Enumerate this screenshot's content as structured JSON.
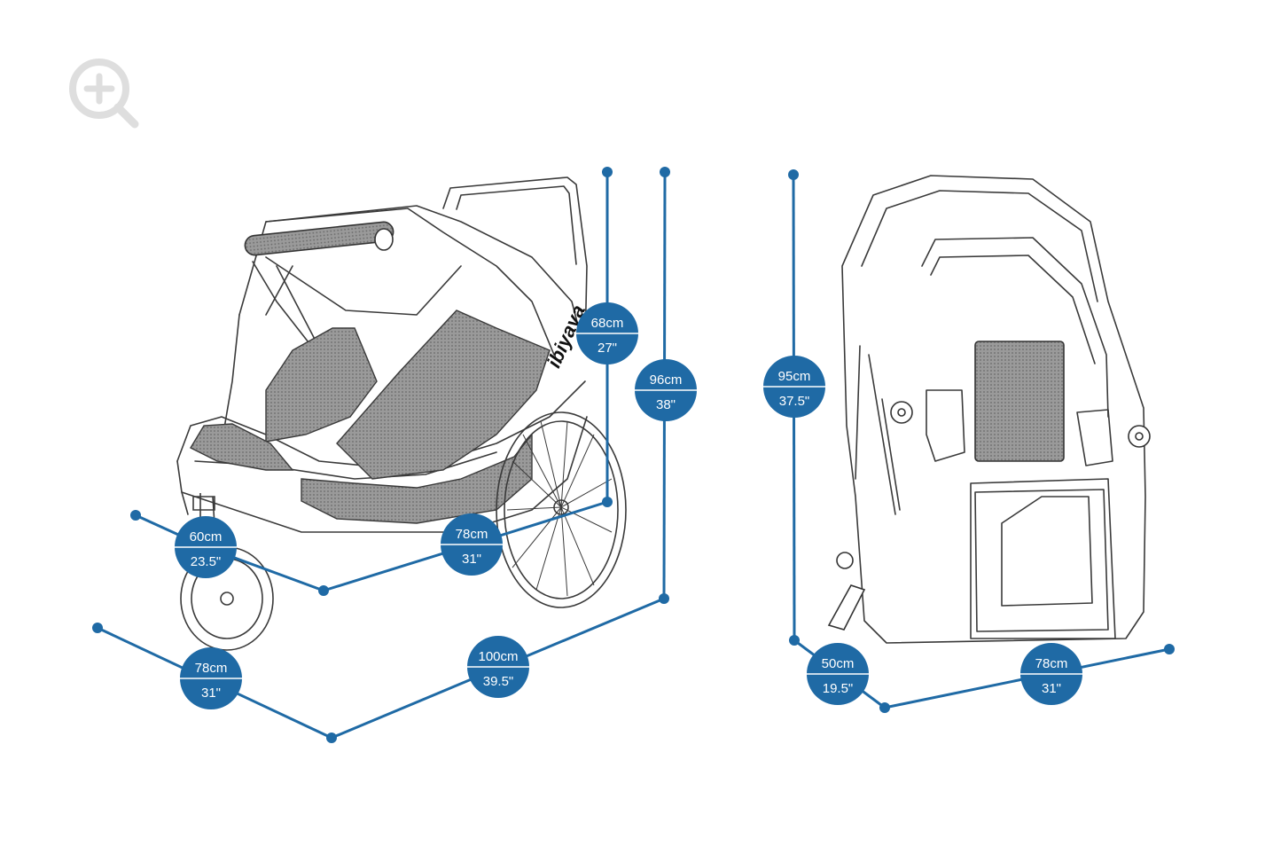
{
  "brand": {
    "logo_text": "ibiyaya"
  },
  "colors": {
    "accent": "#1f6aa5",
    "line": "#3a3a3a",
    "mesh": "#8f8f8f",
    "zoom_icon": "#dedede"
  },
  "icons": {
    "zoom": "zoom-in-icon"
  },
  "dimensions": {
    "stroller_wheel_height": {
      "metric": "68cm",
      "imperial": "27\""
    },
    "stroller_total_height": {
      "metric": "96cm",
      "imperial": "38\""
    },
    "stroller_front_width": {
      "metric": "60cm",
      "imperial": "23.5\""
    },
    "stroller_rear_width": {
      "metric": "78cm",
      "imperial": "31\""
    },
    "stroller_overall_width": {
      "metric": "78cm",
      "imperial": "31\""
    },
    "stroller_total_length": {
      "metric": "100cm",
      "imperial": "39.5\""
    },
    "folded_height": {
      "metric": "95cm",
      "imperial": "37.5\""
    },
    "folded_depth": {
      "metric": "50cm",
      "imperial": "19.5\""
    },
    "folded_width": {
      "metric": "78cm",
      "imperial": "31\""
    }
  }
}
